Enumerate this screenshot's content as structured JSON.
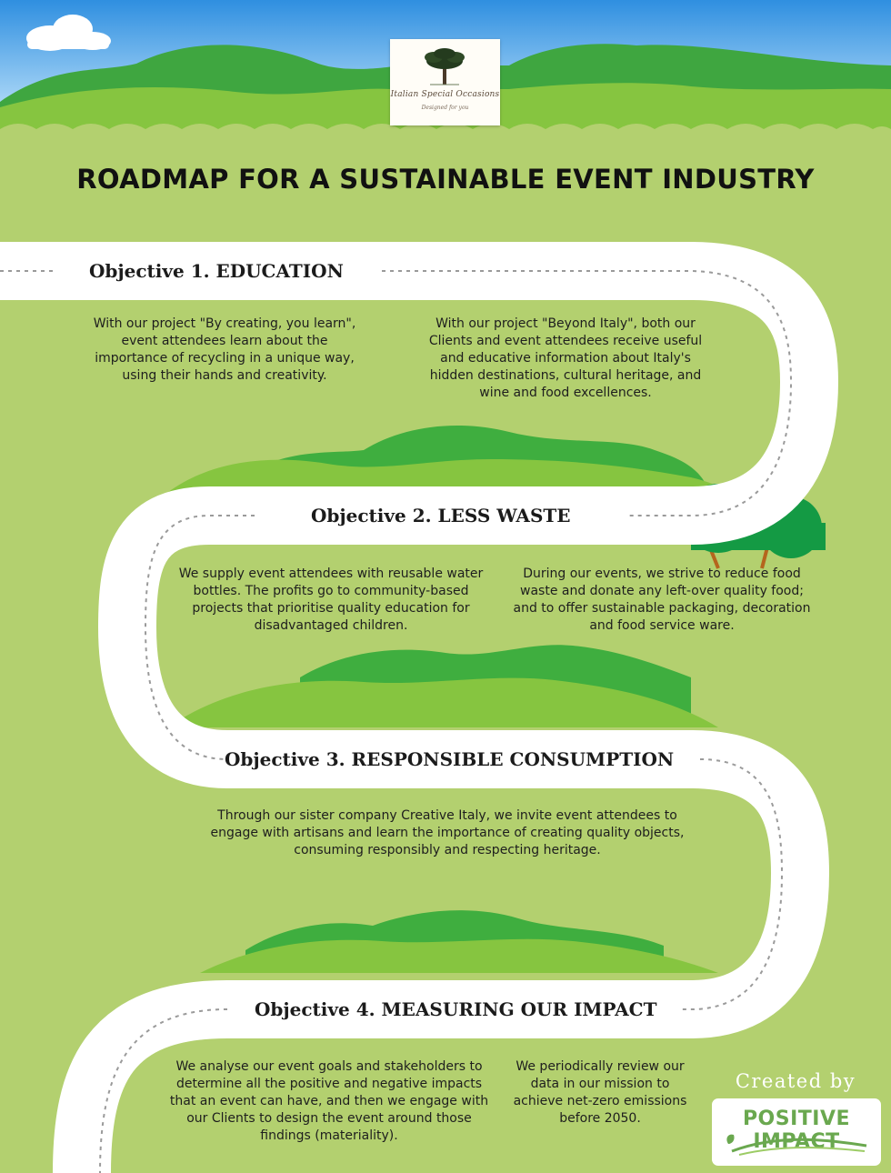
{
  "logo": {
    "brand": "Italian Special Occasions",
    "tagline": "Designed for you"
  },
  "title": "ROADMAP FOR A SUSTAINABLE EVENT INDUSTRY",
  "objectives": [
    {
      "heading": "Objective 1. EDUCATION",
      "texts": [
        "With our project \"By creating, you learn\", event attendees learn about the importance of recycling in a unique way, using their hands and creativity.",
        "With our project \"Beyond Italy\", both our Clients and event attendees receive useful and educative information about Italy's hidden destinations, cultural heritage, and wine and food excellences."
      ]
    },
    {
      "heading": "Objective 2. LESS WASTE",
      "texts": [
        "We supply event attendees with reusable water bottles. The profits go to community-based projects that prioritise quality education for disadvantaged children.",
        "During our events, we strive to reduce food waste and donate any left-over quality food; and to offer sustainable packaging, decoration and food service ware."
      ]
    },
    {
      "heading": "Objective 3. RESPONSIBLE CONSUMPTION",
      "texts": [
        "Through our sister company Creative Italy, we invite event attendees to engage with artisans and learn the importance of creating quality objects, consuming responsibly and respecting heritage."
      ]
    },
    {
      "heading": "Objective 4. MEASURING OUR IMPACT",
      "texts": [
        "We analyse our event goals and stakeholders to determine all the positive and negative impacts that an event can have, and then we engage with our Clients to design the event around those findings (materiality).",
        "We periodically review our data in our mission to achieve net-zero emissions before 2050."
      ]
    }
  ],
  "credit": {
    "label": "Created by",
    "company": "POSITIVE IMPACT"
  },
  "colors": {
    "background": "#b3d06f",
    "road": "#ffffff",
    "hill_dark": "#3fae3f",
    "hill_light": "#86c540",
    "sky": "#3a9be6"
  }
}
